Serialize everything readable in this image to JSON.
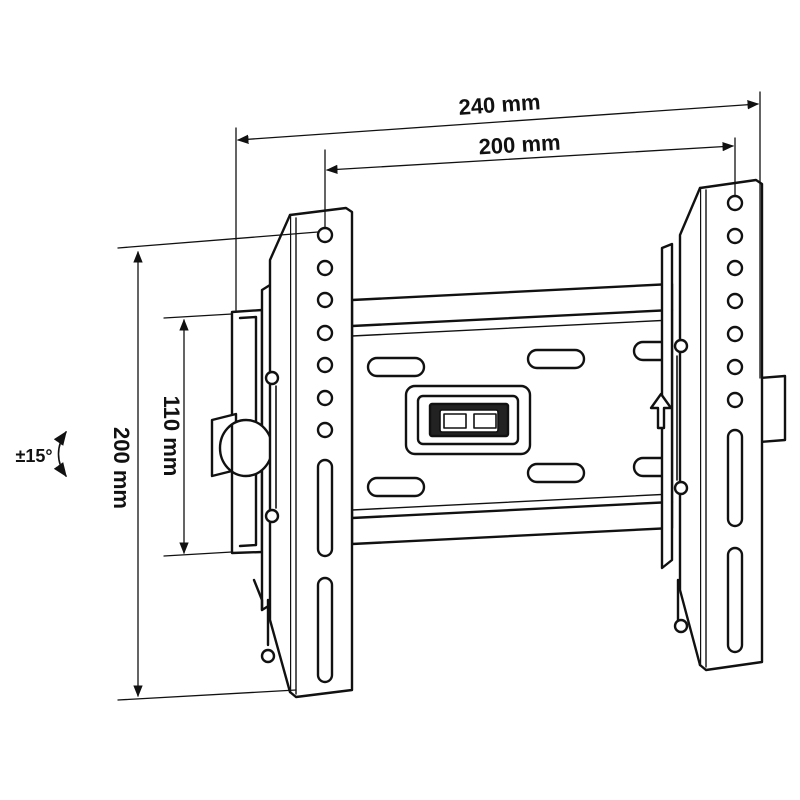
{
  "dimensions": {
    "width_total": "240 mm",
    "width_holes": "200 mm",
    "height_total": "200 mm",
    "height_holes": "110 mm",
    "tilt": "±15°"
  },
  "colors": {
    "line": "#111111",
    "fill": "#ffffff",
    "background": "#ffffff"
  },
  "icons": {
    "tilt_arrow": "curved-arrow-icon",
    "up_arrow": "up-arrow-icon"
  }
}
